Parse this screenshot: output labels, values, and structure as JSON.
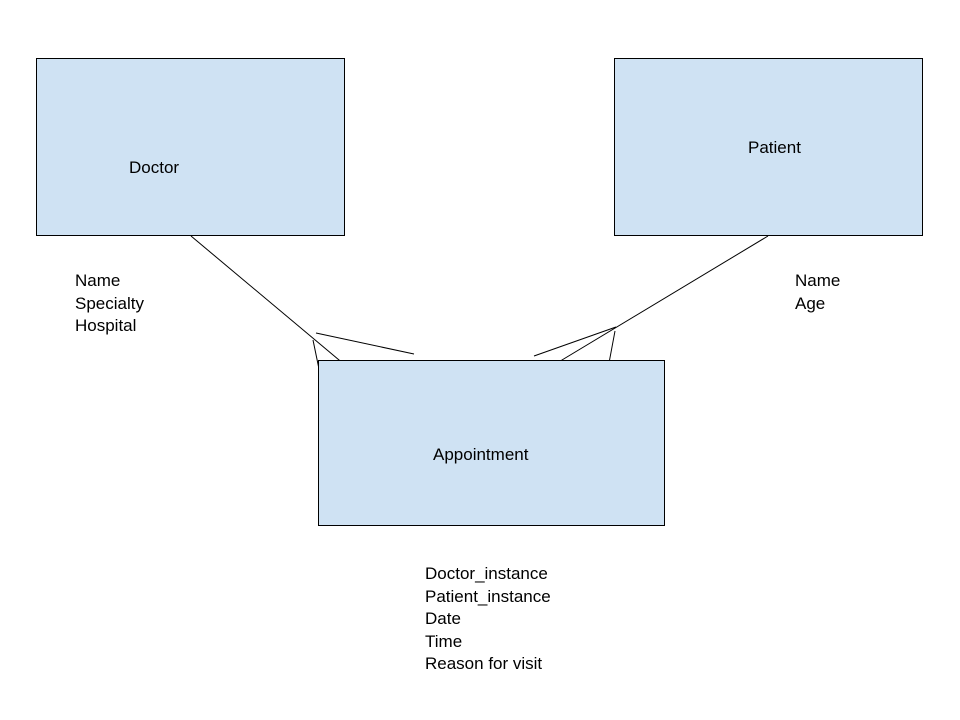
{
  "diagram": {
    "entities": [
      {
        "id": "doctor",
        "label": "Doctor",
        "attributes": [
          "Name",
          "Specialty",
          "Hospital"
        ]
      },
      {
        "id": "patient",
        "label": "Patient",
        "attributes": [
          "Name",
          "Age"
        ]
      },
      {
        "id": "appointment",
        "label": "Appointment",
        "attributes": [
          "Doctor_instance",
          "Patient_instance",
          "Date",
          "Time",
          "Reason for visit"
        ]
      }
    ],
    "relationships": [
      {
        "from": "doctor",
        "to": "appointment",
        "notation": "crow-foot-many"
      },
      {
        "from": "patient",
        "to": "appointment",
        "notation": "crow-foot-many"
      }
    ],
    "colors": {
      "entity_fill": "#cfe2f3",
      "stroke": "#000000",
      "background": "#ffffff"
    }
  }
}
